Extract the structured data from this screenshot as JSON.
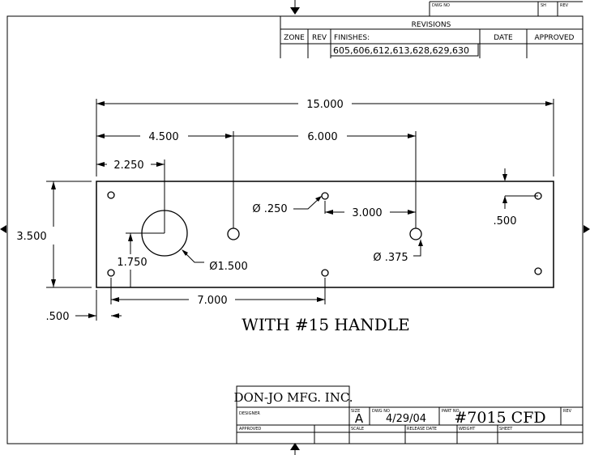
{
  "revisions_block": {
    "header_small_left": "DWG NO",
    "header_small_sh": "SH",
    "header_small_rev": "REV",
    "title": "REVISIONS",
    "col_zone": "ZONE",
    "col_rev": "REV",
    "col_finishes": "FINISHES:",
    "finishes_list": "605,606,612,613,628,629,630",
    "col_date": "DATE",
    "col_approved": "APPROVED"
  },
  "dimensions": {
    "overall_length": "15.000",
    "left_offset": "4.500",
    "hole_spacing": "6.000",
    "handle_center": "2.250",
    "plate_height": "3.500",
    "small_hole_dia": "Ø .250",
    "vertical_spacing": "3.000",
    "right_offset": ".500",
    "handle_height": "1.750",
    "handle_dia": "Ø1.500",
    "large_hole_dia": "Ø .375",
    "bottom_spacing": "7.000",
    "edge_offset": ".500"
  },
  "note": "WITH #15 HANDLE",
  "title_block": {
    "company": "DON-JO MFG. INC.",
    "label_drawn": "DESIGNER",
    "label_approved": "APPROVED",
    "label_size": "SIZE",
    "size_value": "A",
    "label_dwg_no": "DWG NO",
    "date_value": "4/29/04",
    "label_part_no": "PART NO.",
    "part_no_value": "#7015 CFD",
    "label_rev": "REV",
    "label_scale": "SCALE",
    "label_release_date": "RELEASE DATE",
    "label_weight": "WEIGHT",
    "label_sheet": "SHEET"
  }
}
